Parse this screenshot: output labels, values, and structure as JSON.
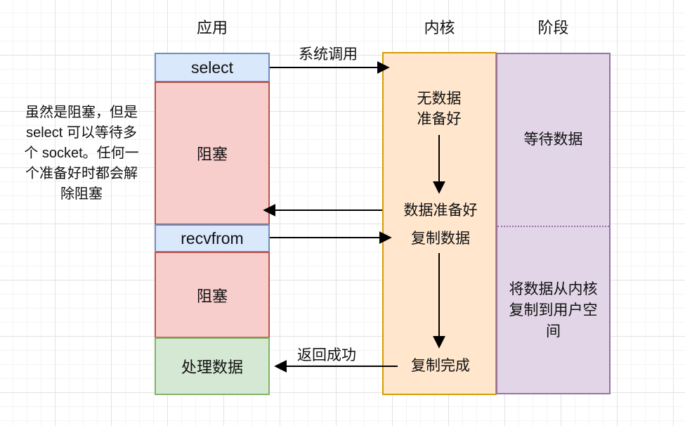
{
  "headers": {
    "app": "应用",
    "kernel": "内核",
    "stage": "阶段"
  },
  "note": "虽然是阻塞，但是\nselect 可以等待多\n个 socket。任何一\n个准备好时都会解\n除阻塞",
  "app_column": {
    "select_label": "select",
    "block1_label": "阻塞",
    "recvfrom_label": "recvfrom",
    "block2_label": "阻塞",
    "process_label": "处理数据"
  },
  "kernel_column": {
    "no_data": "无数据\n准备好",
    "data_ready": "数据准备好",
    "copy_data": "复制数据",
    "copy_done": "复制完成"
  },
  "stage_column": {
    "wait_stage": "等待数据",
    "copy_stage": "将数据从内核\n复制到用户空\n间"
  },
  "arrow_labels": {
    "syscall": "系统调用",
    "return_success": "返回成功"
  },
  "colors": {
    "app_call_fill": "#dae8fc",
    "app_call_stroke": "#6c8ebf",
    "block_fill": "#f8cecc",
    "block_stroke": "#b85450",
    "process_fill": "#d5e8d4",
    "process_stroke": "#82b366",
    "kernel_fill": "#ffe6cc",
    "kernel_stroke": "#d79b00",
    "stage_fill": "#e1d5e7",
    "stage_stroke": "#9673a6",
    "arrow": "#000000",
    "text": "#111111"
  }
}
